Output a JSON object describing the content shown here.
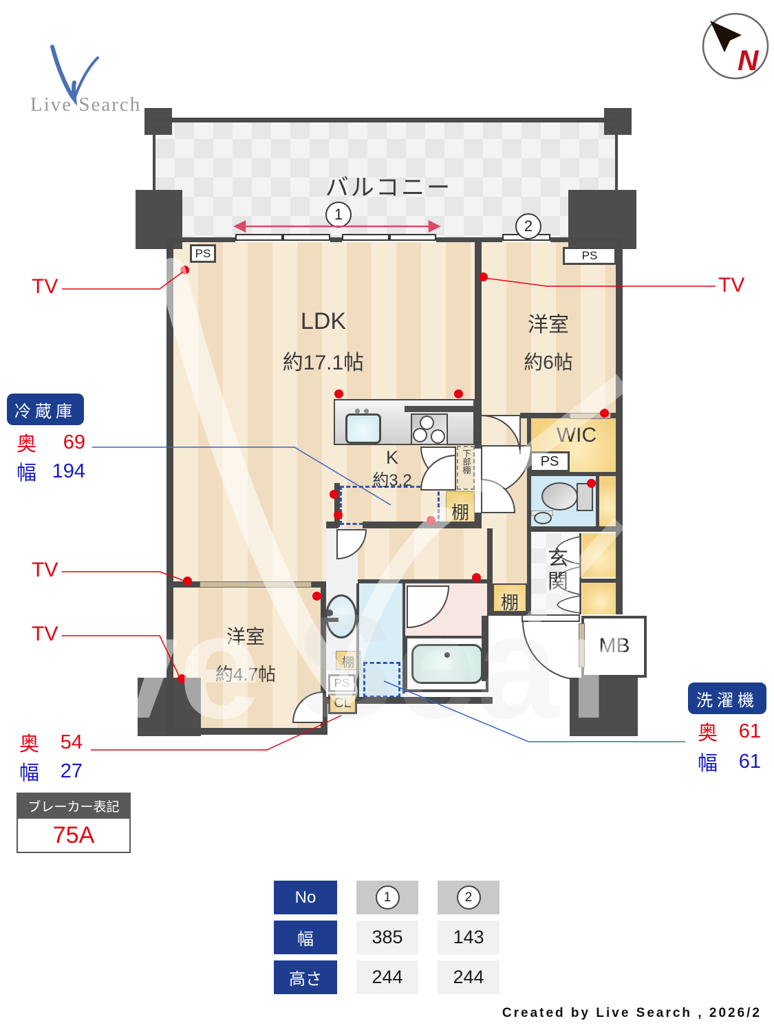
{
  "logo": {
    "text": "Live Search"
  },
  "compass": {
    "n": "N"
  },
  "plan": {
    "balcony": "バルコニー",
    "marker1": "1",
    "marker2": "2",
    "ldk": {
      "name": "LDK",
      "size": "約17.1帖"
    },
    "kitchen": {
      "name": "K",
      "size": "約3.2"
    },
    "bedroom1": {
      "name": "洋室",
      "size": "約6帖"
    },
    "bedroom2": {
      "name": "洋室",
      "size": "約4.7帖"
    },
    "wic": "WIC",
    "genkan": "玄関",
    "mb": "MB",
    "ps": "PS",
    "cl": "CL",
    "shelf": "棚",
    "lower_shelf": "下部棚"
  },
  "annotations": {
    "tv": "TV",
    "fridge": {
      "title": "冷蔵庫",
      "depth_label": "奥",
      "depth": "69",
      "width_label": "幅",
      "width": "194"
    },
    "washer": {
      "title": "洗濯機",
      "depth_label": "奥",
      "depth": "61",
      "width_label": "幅",
      "width": "61"
    },
    "closet": {
      "depth_label": "奥",
      "depth": "54",
      "width_label": "幅",
      "width": "27"
    },
    "breaker": {
      "title": "ブレーカー表記",
      "value": "75A"
    }
  },
  "table": {
    "rows": [
      {
        "header": "No",
        "c1": "1",
        "c2": "2"
      },
      {
        "header": "幅",
        "c1": "385",
        "c2": "143"
      },
      {
        "header": "高さ",
        "c1": "244",
        "c2": "244"
      }
    ]
  },
  "credit": "Created by Live Search , 2026/2"
}
